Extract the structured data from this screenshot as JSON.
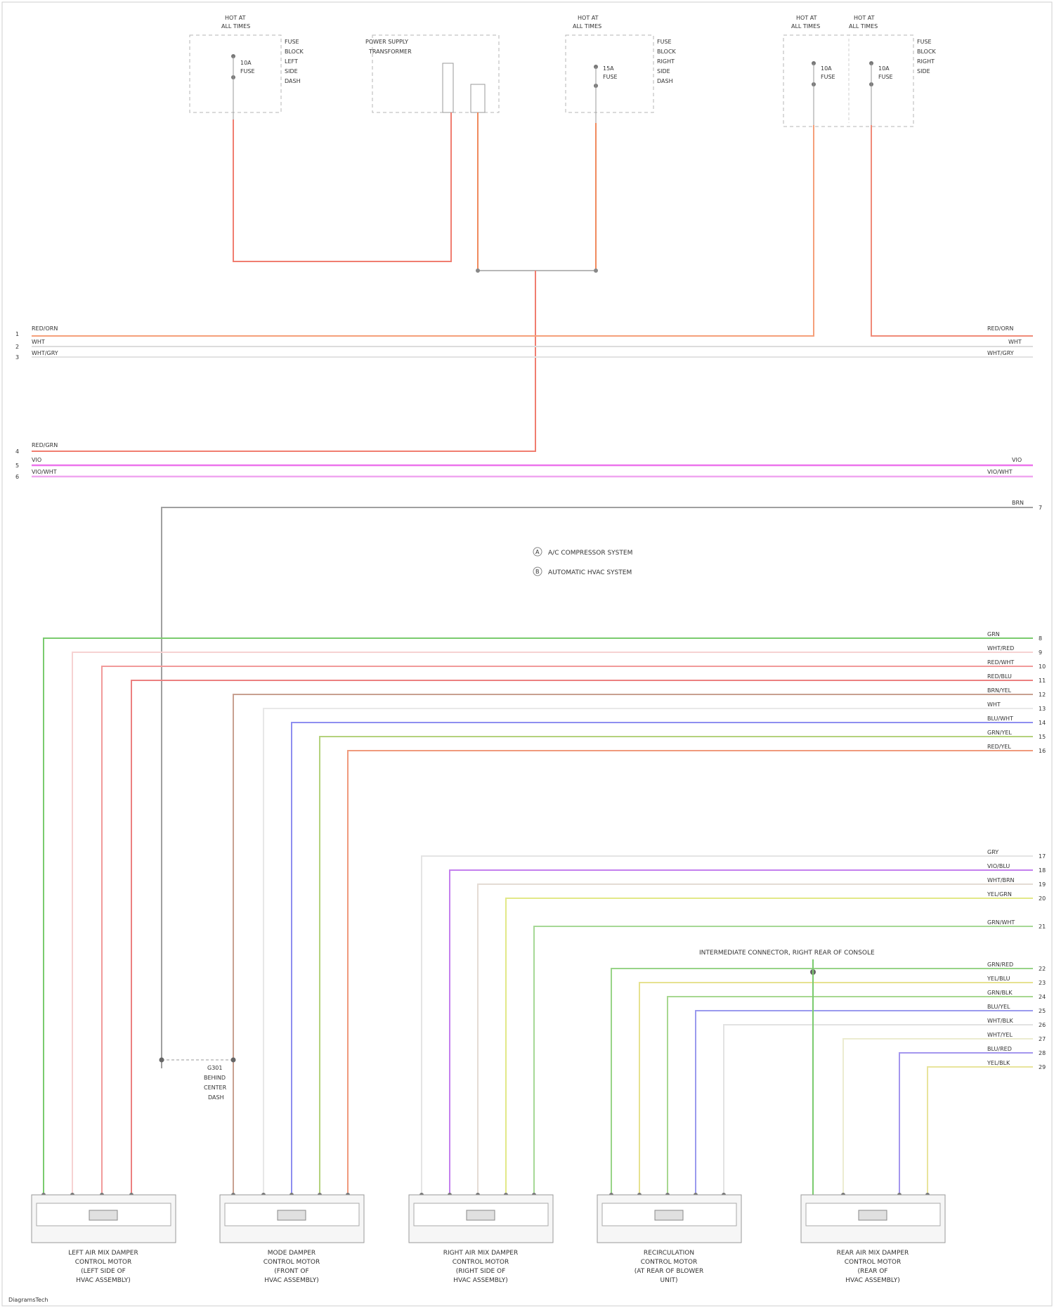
{
  "fuses": [
    {
      "id": "hot-at-all-times-1",
      "header": [
        "HOT AT",
        "ALL TIMES"
      ],
      "inner": [
        "10A",
        "FUSE"
      ],
      "side": [
        "FUSE",
        "BLOCK",
        "LEFT",
        "SIDE",
        "DASH"
      ],
      "wire_color": "#f07d70"
    },
    {
      "id": "hot-at-all-times-2",
      "header": [
        "HOT AT",
        "ALL TIMES"
      ],
      "inner": [
        "15A",
        "FUSE"
      ],
      "side": [
        "FUSE",
        "BLOCK",
        "RIGHT",
        "SIDE",
        "DASH"
      ],
      "wire_color": "#f08a5d"
    },
    {
      "id": "hot-at-all-times-3",
      "header": [
        "HOT AT",
        "ALL TIMES"
      ],
      "inner": [
        "10A",
        "FUSE"
      ],
      "side": [
        "FUSE",
        "BLOCK",
        "RIGHT",
        "SIDE"
      ],
      "wire_color": "#f08a5d"
    },
    {
      "id": "hot-at-all-times-4",
      "header": [
        "HOT AT",
        "ALL TIMES"
      ],
      "inner": [
        "10A",
        "FUSE"
      ],
      "side": [
        "FUSE",
        "BLOCK",
        "RIGHT",
        "SIDE"
      ],
      "wire_color": "#f07d70"
    }
  ],
  "power_switch": {
    "label": [
      "POWER SUPPLY",
      "TRANSFORMER"
    ]
  },
  "bus_lines": [
    {
      "left_label": "RED/ORN",
      "right_label": "RED/ORN",
      "pin": "1",
      "color": "#f5a07a"
    },
    {
      "left_label": "WHT",
      "right_label": "WHT",
      "pin": "2",
      "color": "#e0e0e0"
    },
    {
      "left_label": "WHT/GRY",
      "right_label": "WHT/GRY",
      "pin": "3",
      "color": "#e6e6e6"
    },
    {
      "left_label": "RED/GRN",
      "right_label": "",
      "pin": "4",
      "color": "#f08a78"
    },
    {
      "left_label": "VIO",
      "right_label": "VIO",
      "pin": "5",
      "color": "#ec74ec"
    },
    {
      "left_label": "VIO/WHT",
      "right_label": "VIO/WHT",
      "pin": "6",
      "color": "#f0a6f0"
    },
    {
      "left_label": "",
      "right_label": "BRN",
      "pin": "7",
      "color": "#a0a0a0"
    }
  ],
  "legend": [
    {
      "marker": "A",
      "text": "A/C COMPRESSOR SYSTEM"
    },
    {
      "marker": "B",
      "text": "AUTOMATIC HVAC SYSTEM"
    }
  ],
  "right_wires_a": [
    {
      "label": "GRN",
      "pin": "8",
      "color": "#7acb6e"
    },
    {
      "label": "WHT/RED",
      "pin": "9",
      "color": "#f6d2d2"
    },
    {
      "label": "RED/WHT",
      "pin": "10",
      "color": "#f19a9a"
    },
    {
      "label": "RED/BLU",
      "pin": "11",
      "color": "#ec8080"
    },
    {
      "label": "BRN/YEL",
      "pin": "12",
      "color": "#c8a090"
    },
    {
      "label": "WHT",
      "pin": "13",
      "color": "#e8e8e8"
    },
    {
      "label": "BLU/WHT",
      "pin": "14",
      "color": "#8e8ef0"
    },
    {
      "label": "GRN/YEL",
      "pin": "15",
      "color": "#b4d27c"
    },
    {
      "label": "RED/YEL",
      "pin": "16",
      "color": "#f09a7c"
    }
  ],
  "right_wires_b": [
    {
      "label": "GRY",
      "pin": "17",
      "color": "#e4e4e4"
    },
    {
      "label": "VIO/BLU",
      "pin": "18",
      "color": "#c480ee"
    },
    {
      "label": "WHT/BRN",
      "pin": "19",
      "color": "#e4dcd4"
    },
    {
      "label": "YEL/GRN",
      "pin": "20",
      "color": "#e2e888"
    },
    {
      "label": "GRN/WHT",
      "pin": "21",
      "color": "#a6d896"
    },
    {
      "label": "GRN/RED",
      "pin": "22",
      "color": "#98d488"
    },
    {
      "label": "YEL/BLU",
      "pin": "23",
      "color": "#e6e290"
    },
    {
      "label": "GRN/BLK",
      "pin": "24",
      "color": "#a8d890"
    },
    {
      "label": "BLU/YEL",
      "pin": "25",
      "color": "#9a9aee"
    },
    {
      "label": "WHT/BLK",
      "pin": "26",
      "color": "#e2e2e2"
    },
    {
      "label": "WHT/YEL",
      "pin": "27",
      "color": "#ececd0"
    },
    {
      "label": "BLU/RED",
      "pin": "28",
      "color": "#a496ee"
    },
    {
      "label": "YEL/BLK",
      "pin": "29",
      "color": "#e8e49c"
    }
  ],
  "ground_label": [
    "G301",
    "BEHIND",
    "CENTER",
    "DASH"
  ],
  "junction_label": "INTERMEDIATE CONNECTOR, RIGHT REAR OF CONSOLE",
  "actuators": [
    {
      "id": "left-air-mix",
      "caption": [
        "LEFT AIR MIX DAMPER",
        "CONTROL MOTOR",
        "(LEFT SIDE OF",
        "HVAC ASSEMBLY)"
      ]
    },
    {
      "id": "mode-damper",
      "caption": [
        "MODE DAMPER",
        "CONTROL MOTOR",
        "(FRONT OF",
        "HVAC ASSEMBLY)"
      ]
    },
    {
      "id": "right-air-mix",
      "caption": [
        "RIGHT AIR MIX DAMPER",
        "CONTROL MOTOR",
        "(RIGHT SIDE OF",
        "HVAC ASSEMBLY)"
      ]
    },
    {
      "id": "recirculation",
      "caption": [
        "RECIRCULATION",
        "CONTROL MOTOR",
        "(AT REAR OF BLOWER",
        "UNIT)"
      ]
    },
    {
      "id": "rear-air-mix",
      "caption": [
        "REAR AIR MIX DAMPER",
        "CONTROL MOTOR",
        "(REAR OF",
        "HVAC ASSEMBLY)"
      ]
    }
  ],
  "footer": "DiagramsTech"
}
